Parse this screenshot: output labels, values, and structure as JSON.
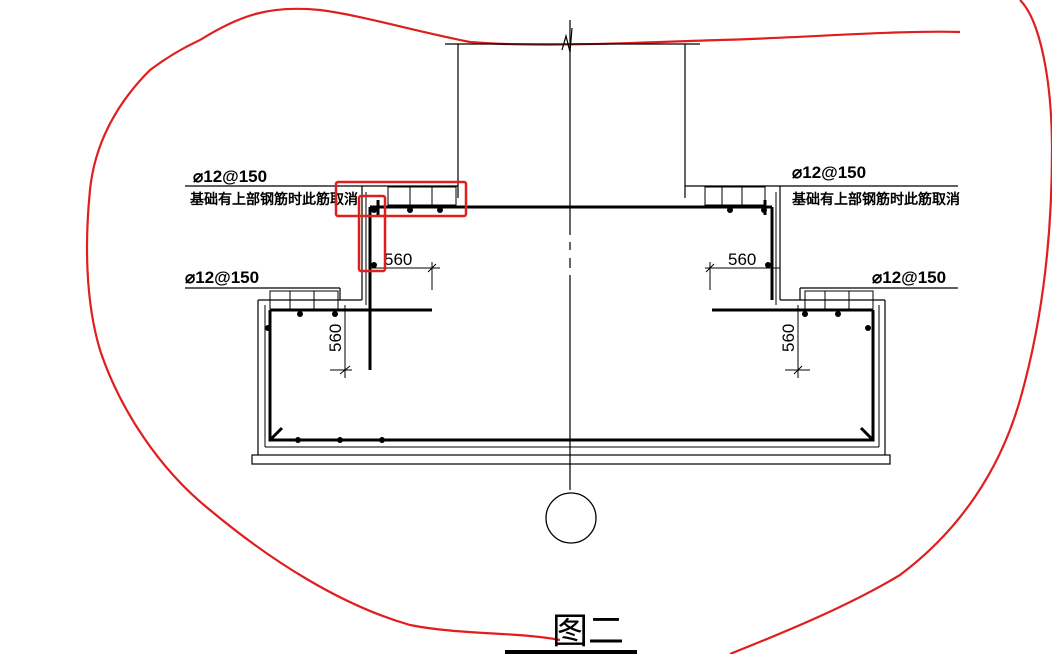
{
  "drawing": {
    "rebar_labels": {
      "upper_left": "⌀12@150",
      "upper_right": "⌀12@150",
      "lower_left": "⌀12@150",
      "lower_right": "⌀12@150"
    },
    "notes": {
      "left": "基础有上部钢筋时此筋取消",
      "right": "基础有上部钢筋时此筋取消"
    },
    "dimensions": {
      "left_horizontal": "560",
      "left_vertical": "560",
      "right_horizontal": "560",
      "right_vertical": "560"
    },
    "figure_caption": "图二",
    "colors": {
      "ink": "#000000",
      "markup": "#e01e1e"
    }
  }
}
